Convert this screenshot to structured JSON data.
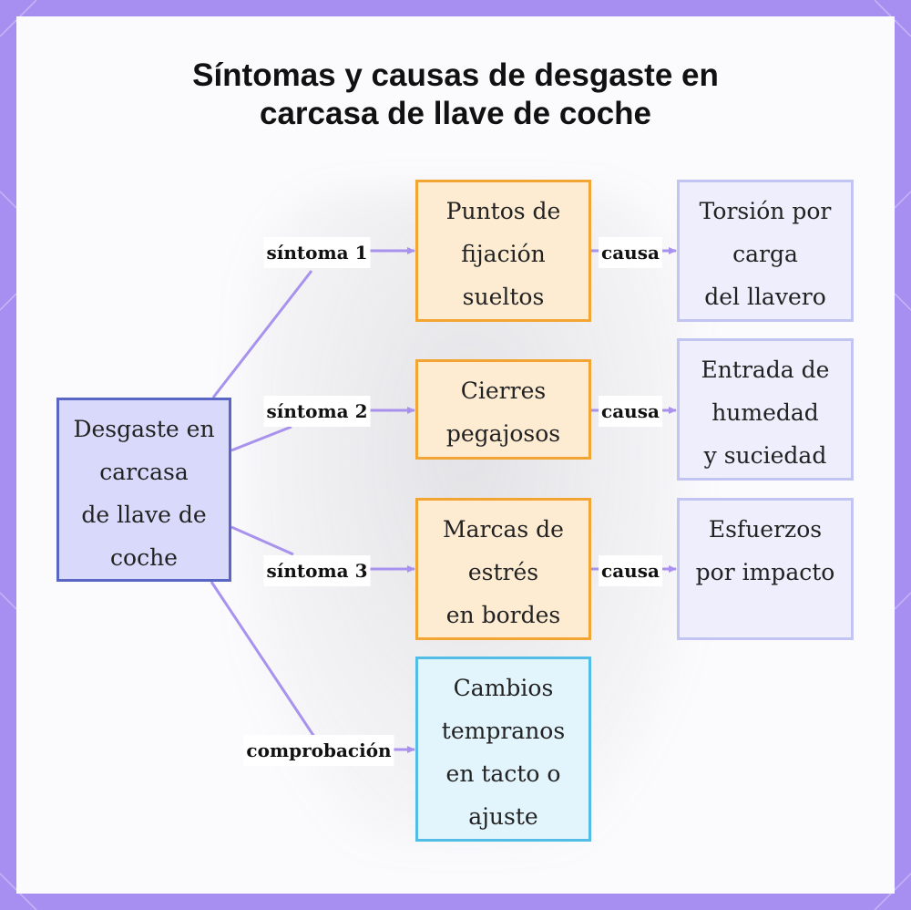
{
  "title": {
    "line1": "Síntomas y causas de desgaste en",
    "line2": "carcasa de llave de coche"
  },
  "root": {
    "label": "Desgaste en\ncarcasa\nde llave de\ncoche"
  },
  "symptoms": [
    {
      "edge_label": "síntoma 1",
      "label": "Puntos de\nfijación\nsueltos",
      "cause_edge_label": "causa",
      "cause": "Torsión por\ncarga\ndel llavero"
    },
    {
      "edge_label": "síntoma 2",
      "label": "Cierres\npegajosos",
      "cause_edge_label": "causa",
      "cause": "Entrada de\nhumedad\ny suciedad"
    },
    {
      "edge_label": "síntoma 3",
      "label": "Marcas de\nestrés\nen bordes",
      "cause_edge_label": "causa",
      "cause": "Esfuerzos\npor impacto"
    }
  ],
  "check": {
    "edge_label": "comprobación",
    "label": "Cambios\ntempranos\nen tacto o\najuste"
  },
  "colors": {
    "frame": "#a68ff0",
    "edge": "#a892ee",
    "root_fill": "#d9dafb",
    "root_border": "#5a66c4",
    "symptom_fill": "#fdebd2",
    "symptom_border": "#f2a532",
    "cause_fill": "#eeeefd",
    "cause_border": "#c2c4f1",
    "check_fill": "#e2f4fc",
    "check_border": "#52bde6"
  }
}
